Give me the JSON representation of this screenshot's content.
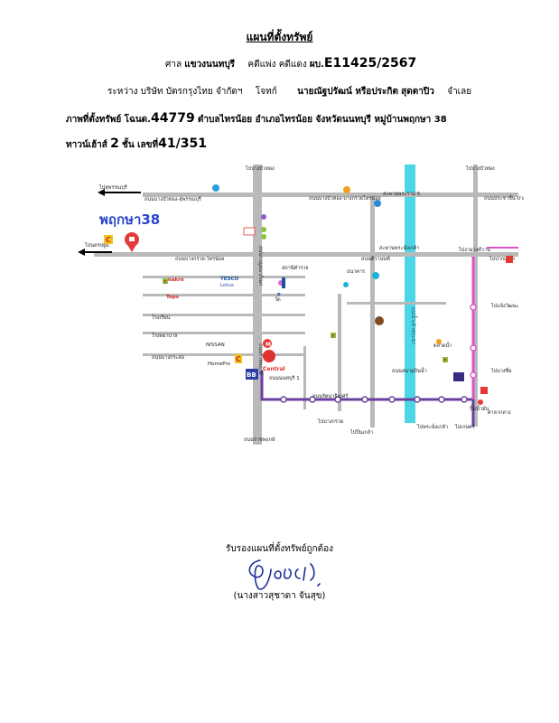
{
  "doc": {
    "title": "แผนที่ตั้งทรัพย์",
    "court_prefix": "ศาล",
    "court_name": "แขวงนนทบุรี",
    "case_label": "คดีแพ่ง คดีแดง",
    "case_no_prefix": "ผบ.",
    "case_no": "E11425/2567",
    "parties_prefix": "ระหว่าง บริษัท บัตรกรุงไทย จำกัดฯ",
    "plaintiff_label": "โจทก์",
    "defendant_name": "นายณัฐปรัฒน์ หรือประกิต",
    "defendant_surname": "สุดตาปิว",
    "defendant_label": "จำเลย",
    "deed_prefix": "ภาพที่ตั้งทรัพย์ โฉนด.",
    "deed_no": "44779",
    "deed_location": "ตำบลไทรน้อย อำเภอไทรน้อย จังหวัดนนทบุรี หมู่บ้านพฤกษา 38",
    "house_prefix": "ทาวน์เฮ้าส์",
    "floors": "2",
    "floors_suffix": "ชั้น เลขที่",
    "house_no": "41/351"
  },
  "map": {
    "brand": "พฤกษา38",
    "labels": {
      "to_bangbuathong_n": "ไปบางบัวทอง",
      "to_bangbuathong_ne": "ไปบางบัวทอง",
      "to_suphanburi": "ไปสุพรรณบุรี",
      "to_nakhonpathom": "ไปนครปฐม",
      "road_bangbuathong_suphan": "ถนนบางบัวทอง-สุพรรณบุรี",
      "road_bangbuathong_bangkruai": "ถนนบางบัวทอง-บางกรวยไทรน้อย",
      "road_pracharat": "ถนนประชาชื่น-ปากเกร็ด",
      "road_bangkruai_sainoi": "ถนนบางกรวย-ไทรน้อย",
      "road_kanchanaphisek_v": "ถนนกาญจนาภิเษก",
      "road_ratchaphruek": "ถนนราชพฤกษ์",
      "road_ratchaphruek_v": "ถนนราชพฤกษ์",
      "road_sanambinnam": "ถนนสนามบินน้ำ",
      "road_tiwanon": "ถนนติวานนท์",
      "road_rattanathibet": "ถนนรัตนาธิเบศร์",
      "road_bangkrasor": "ถนนบางกระสอ",
      "road_nonthaburi1": "ถนนนนทบุรี 1",
      "chao_phraya": "แม่น้ำเจ้าพระยา",
      "bridge_pharam5": "สะพานพระราม 5",
      "bridge_nonthaburi": "สะพานพระนั่งเกล้า",
      "to_ngamwongwan": "ไปงามวงศ์วาน",
      "to_pakkret": "ไปปากเกร็ด",
      "to_chaengwattana": "ไปแจ้งวัฒนะ",
      "to_bangsue": "ไปบางซื่อ",
      "to_pinklao": "ไปปิ่นเกล้า",
      "to_bangkruai": "ไปบางกรวย",
      "to_kaset": "ไปเกษตร",
      "to_pranangklao": "ไปพระนั่งเกล้า",
      "market": "ตลาดน้ำ",
      "school": "โรงเรียน",
      "hospital": "โรงพยาบาล",
      "temple": "วัด",
      "police": "สถานีตำรวจ",
      "bank": "ธนาคาร",
      "government": "ศาลากลาง",
      "pump": "ปั๊มน้ำมัน",
      "makro": "makro",
      "tesco": "TESCO",
      "lotus": "Lotus",
      "tops": "Tops",
      "central": "Central",
      "bb": "BB",
      "nissan": "NISSAN",
      "homepro": "HomePro",
      "seven": "7",
      "c_mark": "C",
      "p_sign": "P",
      "m_sign": "M"
    }
  },
  "signature": {
    "caption": "รับรองแผนที่ตั้งทรัพย์ถูกต้อง",
    "name": "(นางสาวสุชาดา    จันสุข)"
  }
}
